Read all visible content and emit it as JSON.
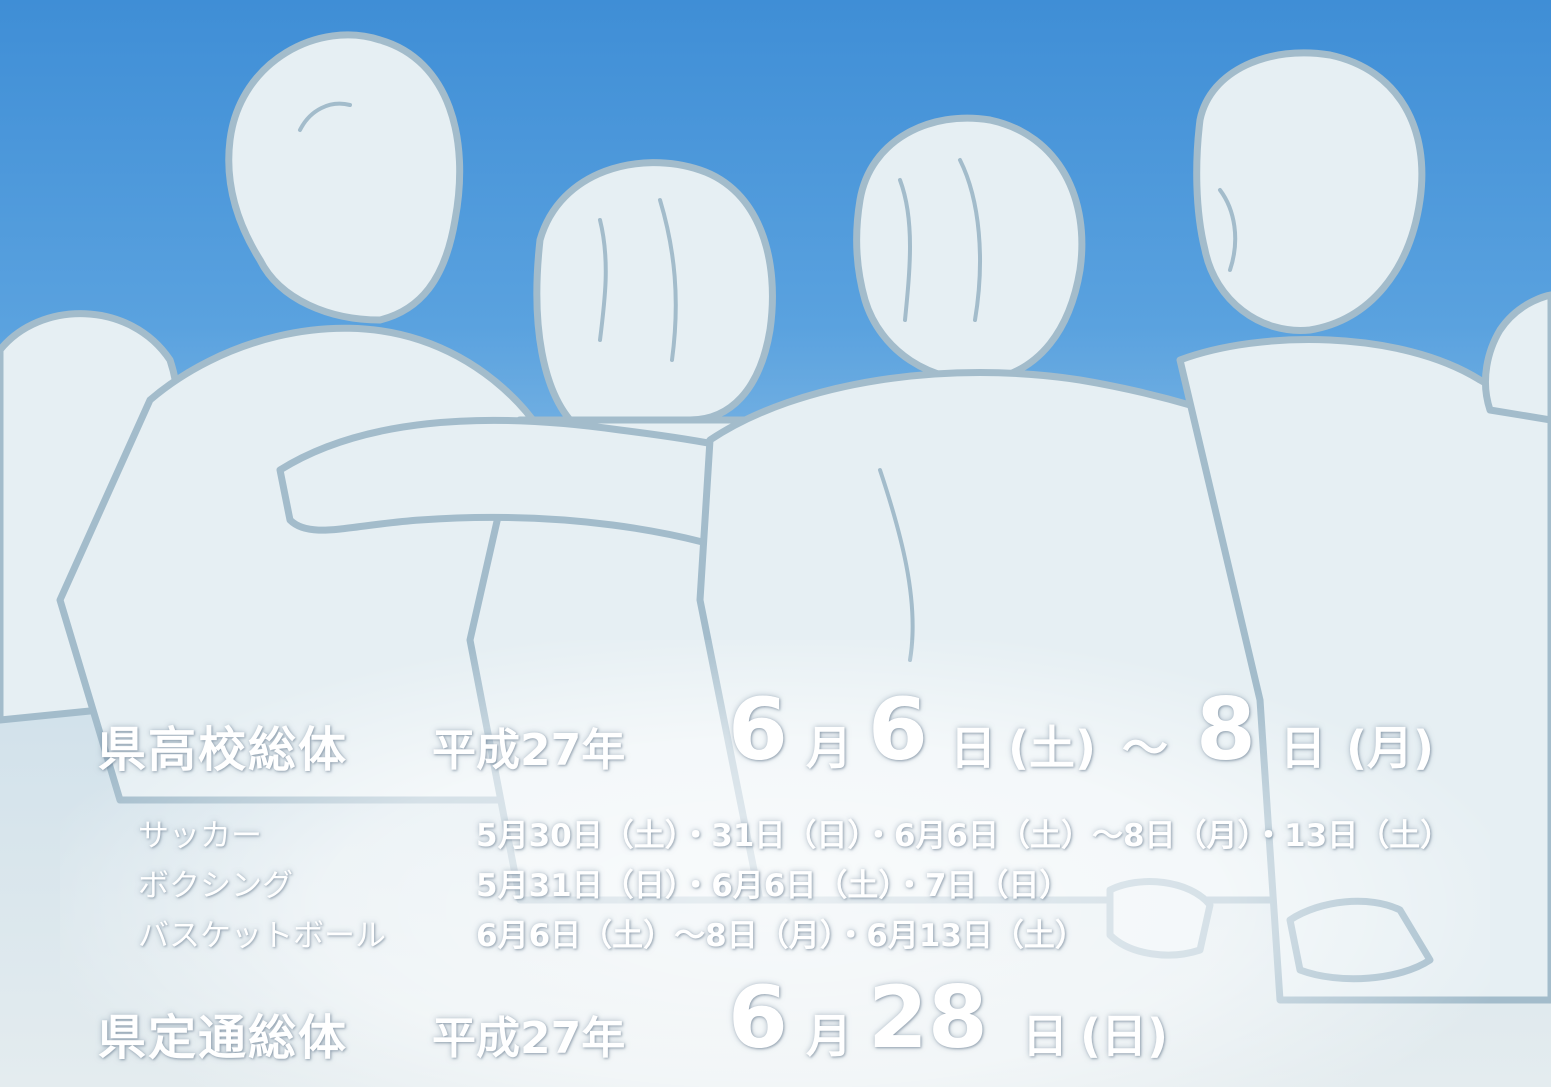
{
  "event1": {
    "label": "県高校総体",
    "year": "平成27年",
    "month_num": "6",
    "month_char": "月",
    "day_start": "6",
    "day_char1": "日",
    "dow_start": "(土)",
    "tilde": "～",
    "day_end": "8",
    "day_char2": "日",
    "dow_end": "(月)"
  },
  "schedule": [
    {
      "sport": "サッカー",
      "dates": "5月30日（土）・31日（日）・6月6日（土）～8日（月）・13日（土）"
    },
    {
      "sport": "ボクシング",
      "dates": "5月31日（日）・6月6日（土）・7日（日）"
    },
    {
      "sport": "バスケットボール",
      "dates": "6月6日（土）～8日（月）・6月13日（土）"
    }
  ],
  "event2": {
    "label": "県定通総体",
    "year": "平成27年",
    "month_num": "6",
    "month_char": "月",
    "day_num": "28",
    "day_char": "日",
    "dow": "(日)"
  },
  "colors": {
    "sky": "#4a94d6",
    "figure_fill": "#e8f0f3",
    "figure_outline": "#9fb7c6",
    "text": "#ffffff"
  }
}
